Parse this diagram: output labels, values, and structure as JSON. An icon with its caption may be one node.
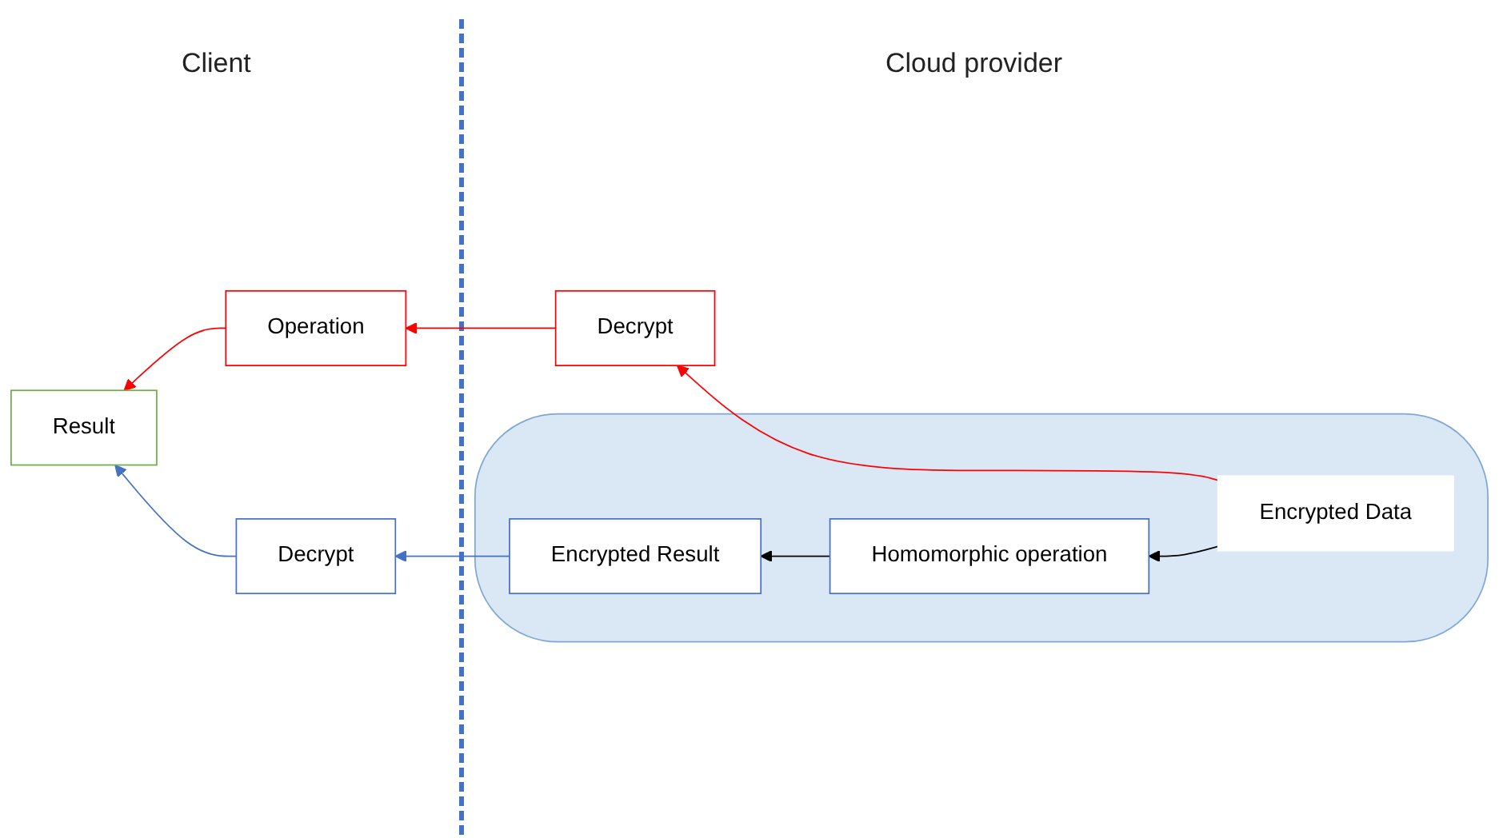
{
  "diagram": {
    "nodes": [
      {
        "text": [
          "Decrypt"
        ]
      },
      {
        "text": [
          "Operation"
        ]
      },
      {
        "text": [
          "Result"
        ]
      },
      {
        "text": [],
        "shape": "cloud"
      },
      {
        "text": [
          "Encrypted Data"
        ],
        "in": 3
      },
      {
        "text": [
          "Homomorphic operation"
        ],
        "in": 3
      },
      {
        "text": [
          "Encrypted Result"
        ],
        "in": 3
      },
      {
        "text": [
          "Decrypt"
        ]
      }
    ],
    "edges": [
      {
        "from": 4,
        "to": 0,
        "arrow": "to",
        "color": "#ff0000"
      },
      {
        "from": 0,
        "to": 1,
        "arrow": "to",
        "color": "#ff0000"
      },
      {
        "from": 1,
        "to": 2,
        "arrow": "to",
        "color": "#ff0000"
      },
      {
        "from": 4,
        "to": 5,
        "arrow": "to",
        "color": "#000000"
      },
      {
        "from": 5,
        "to": 6,
        "arrow": "to",
        "color": "#000000"
      },
      {
        "from": 6,
        "to": 7,
        "arrow": "to",
        "color": "#4472c4"
      },
      {
        "from": 7,
        "to": 2,
        "arrow": "to",
        "color": "#4472c4"
      }
    ],
    "labels": [
      "Client",
      "Cloud provider"
    ]
  }
}
